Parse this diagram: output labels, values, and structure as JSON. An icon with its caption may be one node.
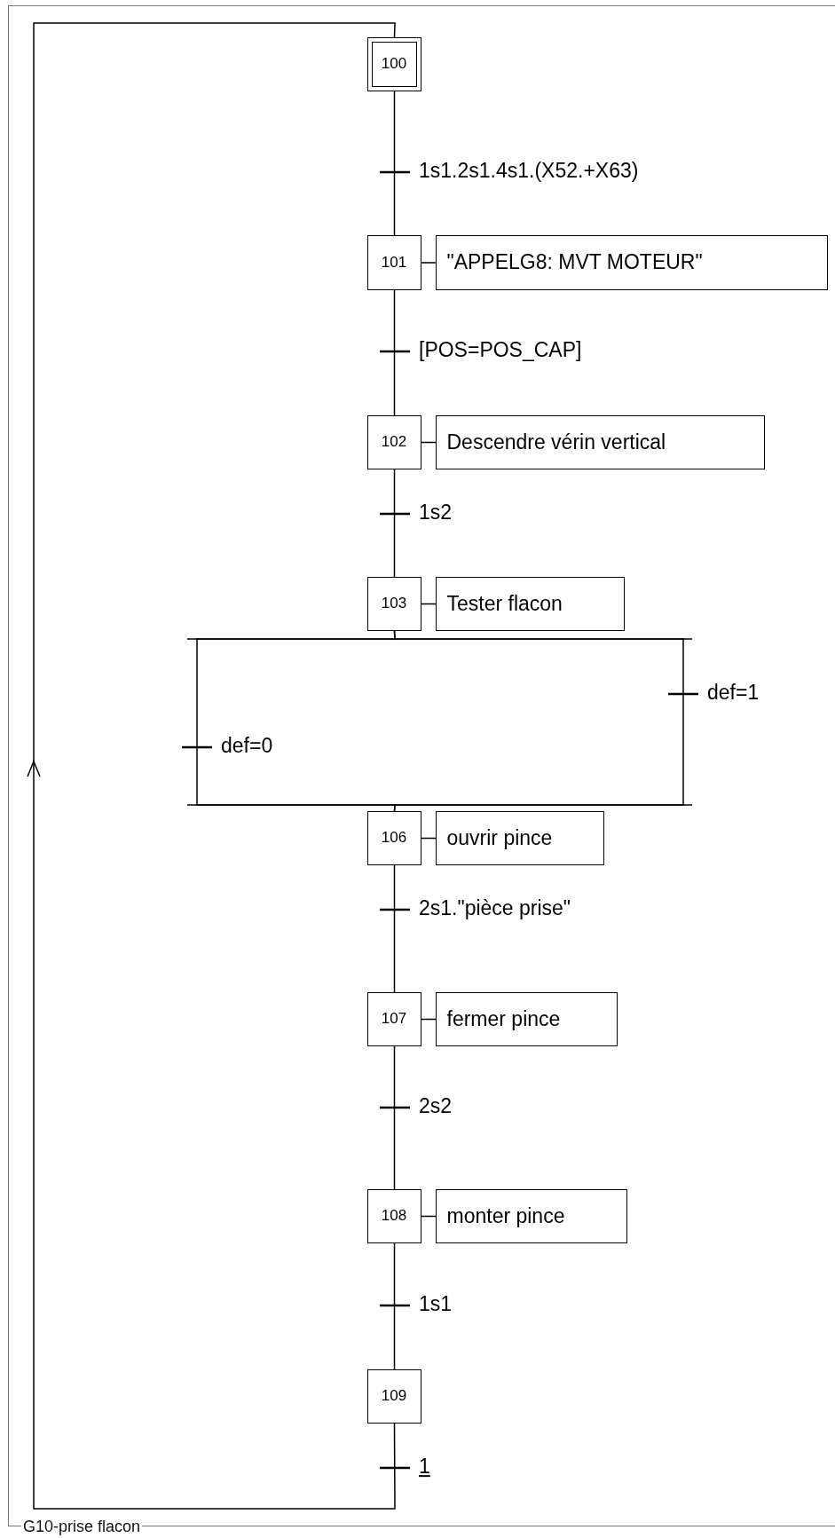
{
  "diagram": {
    "nodes": [
      {
        "text": [
          "G10-prise flacon"
        ]
      },
      {
        "text": [
          "100"
        ],
        "in": 0
      },
      {
        "text": [
          "101"
        ],
        "in": 0
      },
      {
        "text": [
          "\"APPELG8: MVT MOTEUR\""
        ],
        "in": 0
      },
      {
        "text": [
          "102"
        ],
        "in": 0
      },
      {
        "text": [
          "Descendre vérin vertical"
        ],
        "in": 0
      },
      {
        "text": [
          "103"
        ],
        "in": 0
      },
      {
        "text": [
          "Tester flacon"
        ],
        "in": 0
      },
      {
        "text": [
          "106"
        ],
        "in": 0
      },
      {
        "text": [
          "ouvrir pince"
        ],
        "in": 0
      },
      {
        "text": [
          "107"
        ],
        "in": 0
      },
      {
        "text": [
          "fermer pince"
        ],
        "in": 0
      },
      {
        "text": [
          "108"
        ],
        "in": 0
      },
      {
        "text": [
          "monter pince"
        ],
        "in": 0
      },
      {
        "text": [
          "109"
        ],
        "in": 0
      }
    ],
    "edges": [
      {
        "from": 1,
        "to": 2,
        "arrow": "none",
        "label": "1s1.2s1.4s1.(X52.+X63)"
      },
      {
        "from": 2,
        "to": 3,
        "arrow": "none"
      },
      {
        "from": 2,
        "to": 4,
        "arrow": "none",
        "label": "[POS=POS_CAP]"
      },
      {
        "from": 4,
        "to": 5,
        "arrow": "none"
      },
      {
        "from": 4,
        "to": 6,
        "arrow": "none",
        "label": "1s2"
      },
      {
        "from": 6,
        "to": 7,
        "arrow": "none"
      },
      {
        "from": 6,
        "to": 8,
        "arrow": "none",
        "label": "def=0"
      },
      {
        "from": 6,
        "to": 8,
        "arrow": "none",
        "label": "def=1"
      },
      {
        "from": 8,
        "to": 9,
        "arrow": "none"
      },
      {
        "from": 8,
        "to": 10,
        "arrow": "none",
        "label": "2s1.\"pièce prise\""
      },
      {
        "from": 10,
        "to": 11,
        "arrow": "none"
      },
      {
        "from": 10,
        "to": 12,
        "arrow": "none",
        "label": "2s2"
      },
      {
        "from": 12,
        "to": 13,
        "arrow": "none"
      },
      {
        "from": 12,
        "to": 14,
        "arrow": "none",
        "label": "1s1"
      },
      {
        "from": 14,
        "to": 1,
        "arrow": "to",
        "label": "1"
      }
    ]
  }
}
